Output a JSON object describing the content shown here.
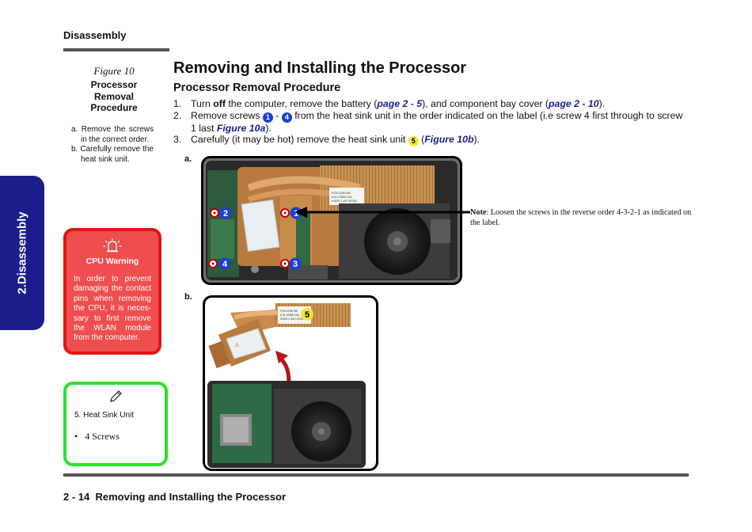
{
  "header": {
    "section": "Disassembly"
  },
  "side_tab": {
    "label": "2.Disassembly"
  },
  "figure": {
    "number": "Figure 10",
    "title": "Processor Removal Procedure",
    "notes": [
      "a. Remove the screws in the correct order.",
      "b. Carefully remove the heat sink unit."
    ]
  },
  "warning": {
    "title": "CPU Warning",
    "text": "In order to prevent damaging the contact pins when removing the CPU, it is neces-sary to first remove the WLAN module from the computer."
  },
  "legend": {
    "item": "5.   Heat Sink Unit",
    "bullet": "4 Screws"
  },
  "main": {
    "title": "Removing and Installing the Processor",
    "subtitle": "Processor Removal Procedure",
    "steps": {
      "s1": {
        "num": "1.",
        "a": "Turn ",
        "b": "off",
        "c": " the computer, remove the battery (",
        "ref1": "page 2 - 5",
        "d": "), and component bay cover (",
        "ref2": "page 2 - 10",
        "e": ")."
      },
      "s2": {
        "num": "2.",
        "a": "Remove screws ",
        "c1": "1",
        "dash": " - ",
        "c4": "4",
        "b": " from the heat sink unit in the order indicated on the label (i.e screw 4 first through to screw 1 last ",
        "ref": "Figure 10a",
        "c": ")."
      },
      "s3": {
        "num": "3.",
        "a": "Carefully (it may be hot) remove the heat sink unit ",
        "c5": "5",
        "b": " (",
        "ref": "Figure 10b",
        "c": ")."
      }
    }
  },
  "photo_a": {
    "label": "a.",
    "callouts": [
      "2",
      "1",
      "4",
      "3"
    ],
    "sticker_text": [
      "P/2A 0298 069",
      "6.5x 10585 1AA",
      "9/4/00 3 4/8 102300"
    ]
  },
  "photo_b": {
    "label": "b.",
    "callouts": [
      "5"
    ],
    "sticker_text": [
      "P/2A 0298 069",
      "6.5x 10585 1AA",
      "9/4/00 3 4/8 102300"
    ]
  },
  "note": {
    "label": "Note",
    "text": ": Loosen the screws in the reverse order 4-3-2-1 as indicated on the label."
  },
  "footer": {
    "page": "2 - 14",
    "title": "Removing and Installing the Processor"
  },
  "colors": {
    "accent_blue": "#1b1e8a",
    "warning_red": "#e01414",
    "legend_green": "#2ee02e",
    "callout_blue": "#1b3fd0",
    "callout_yellow": "#f5e534"
  }
}
